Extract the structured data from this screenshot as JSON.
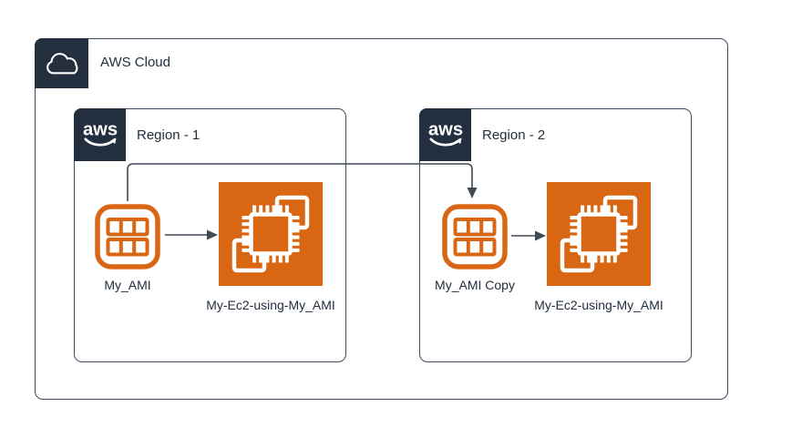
{
  "colors": {
    "accent_orange": "#D86613",
    "dark_navy": "#232F3E",
    "connector": "#3F4A55",
    "container_border": "#3c4b5d",
    "background": "#FFFFFF"
  },
  "cloud": {
    "label": "AWS Cloud",
    "badge_icon": "cloud-icon"
  },
  "aws_logo_text": "aws",
  "regions": [
    {
      "label": "Region - 1",
      "badge_icon": "aws-logo",
      "nodes": [
        {
          "type": "ami",
          "icon": "ami-grid-icon",
          "label": "My_AMI"
        },
        {
          "type": "ec2",
          "icon": "ec2-chip-icon",
          "label": "My-Ec2-using-My_AMI"
        }
      ]
    },
    {
      "label": "Region - 2",
      "badge_icon": "aws-logo",
      "nodes": [
        {
          "type": "ami",
          "icon": "ami-grid-icon",
          "label": "My_AMI Copy"
        },
        {
          "type": "ec2",
          "icon": "ec2-chip-icon",
          "label": "My-Ec2-using-My_AMI"
        }
      ]
    }
  ],
  "connections": [
    {
      "from": "My_AMI",
      "to": "My_AMI Copy",
      "style": "orthogonal-arrow"
    },
    {
      "from": "My_AMI",
      "to": "My-Ec2-using-My_AMI (Region - 1)",
      "style": "straight-arrow"
    },
    {
      "from": "My_AMI Copy",
      "to": "My-Ec2-using-My_AMI (Region - 2)",
      "style": "straight-arrow"
    }
  ]
}
